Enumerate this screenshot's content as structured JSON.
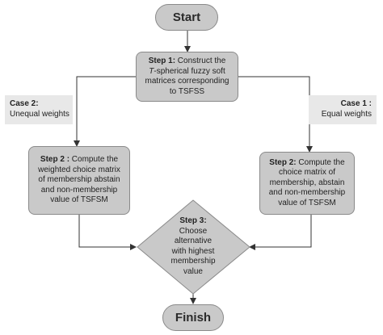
{
  "diagram": {
    "start": "Start",
    "step1": {
      "title": "Step 1:",
      "text_a": " Construct the",
      "text_b": "T",
      "text_c": "-spherical fuzzy soft",
      "text_d": "matrices corresponding",
      "text_e": "to TSFSS"
    },
    "case_left": {
      "title": "Case 2:",
      "text": "Unequal weights"
    },
    "case_right": {
      "title": "Case 1 :",
      "text": "Equal weights"
    },
    "step2_left": {
      "title": "Step 2 :",
      "text_a": " Compute the",
      "text_b": "weighted choice matrix",
      "text_c": "of membership abstain",
      "text_d": "and non-membership",
      "text_e": "value of TSFSM"
    },
    "step2_right": {
      "title": "Step 2:",
      "text_a": " Compute the",
      "text_b": "choice matrix of",
      "text_c": "membership, abstain",
      "text_d": "and non-membership",
      "text_e": "value of TSFSM"
    },
    "step3": {
      "title": "Step 3:",
      "text_a": "Choose",
      "text_b": "alternative",
      "text_c": "with highest",
      "text_d": "membership",
      "text_e": "value"
    },
    "finish": "Finish"
  },
  "colors": {
    "node_fill": "#c9c9c9",
    "node_stroke": "#8a8a8a",
    "case_fill": "#e8e8e8",
    "line": "#333333"
  }
}
